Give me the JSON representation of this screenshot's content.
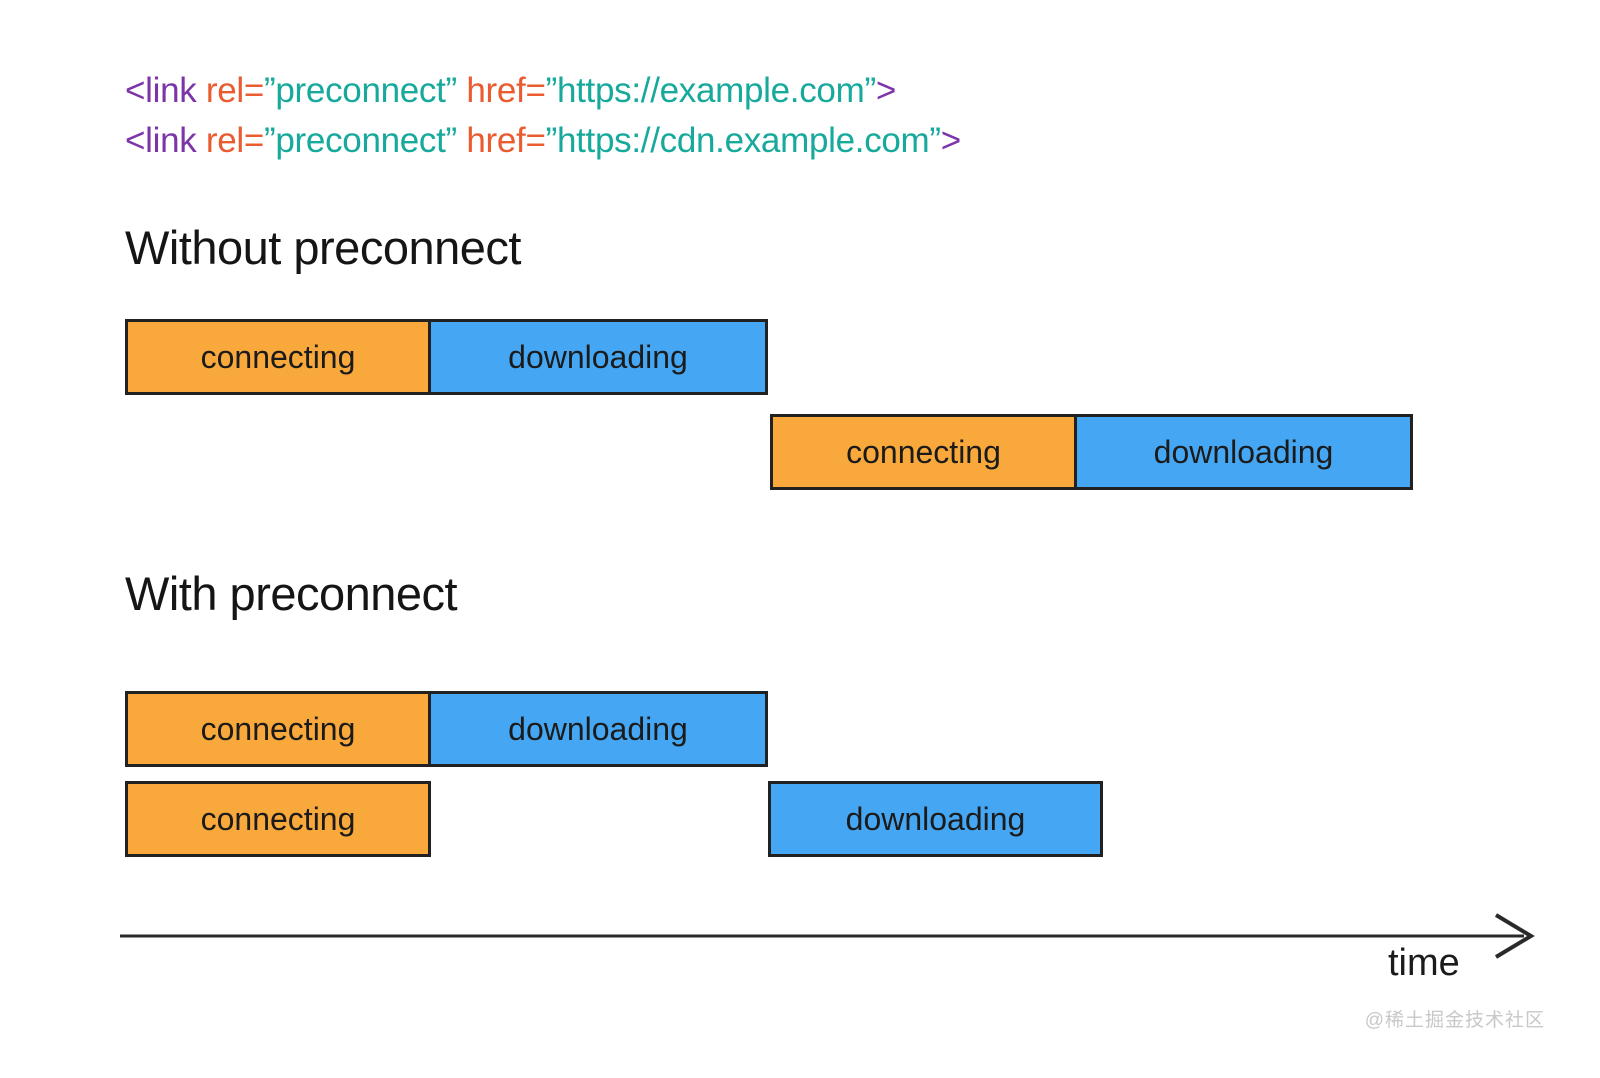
{
  "code_snippet": {
    "line1": {
      "tag_open": "<link ",
      "attr1_name": "rel=",
      "attr1_value": "”preconnect”",
      "attr2_name": " href=",
      "attr2_value": "”https://example.com”",
      "tag_close": ">"
    },
    "line2": {
      "tag_open": "<link ",
      "attr1_name": "rel=",
      "attr1_value": "”preconnect”",
      "attr2_name": " href=",
      "attr2_value": "”https://cdn.example.com”",
      "tag_close": ">"
    },
    "token_colors": {
      "tag": "#7b35a8",
      "attribute_name": "#ea5b2f",
      "attribute_value": "#16a99c"
    }
  },
  "sections": {
    "without": {
      "title": "Without preconnect",
      "request1": {
        "connecting": "connecting",
        "downloading": "downloading"
      },
      "request2": {
        "connecting": "connecting",
        "downloading": "downloading"
      }
    },
    "with": {
      "title": "With preconnect",
      "request1": {
        "connecting": "connecting",
        "downloading": "downloading"
      },
      "request2": {
        "connecting": "connecting",
        "downloading": "downloading"
      }
    }
  },
  "axis": {
    "label": "time"
  },
  "watermark": "@稀土掘金技术社区",
  "colors": {
    "connecting_bar": "#f9a83b",
    "downloading_bar": "#45a7f3",
    "bar_border": "#212121",
    "axis_line": "#2a2a2a",
    "background": "#ffffff"
  }
}
